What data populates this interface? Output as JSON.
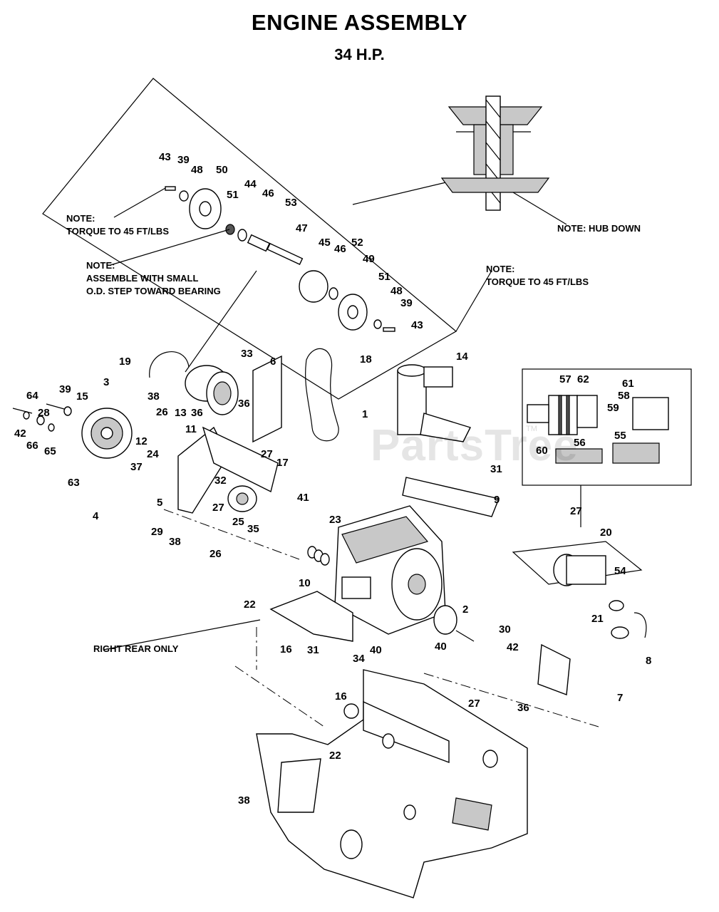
{
  "header": {
    "title": "ENGINE ASSEMBLY",
    "subtitle": "34 H.P."
  },
  "notes": {
    "torque_left": [
      "NOTE:",
      "TORQUE TO 45 FT/LBS"
    ],
    "assemble": [
      "NOTE:",
      "ASSEMBLE WITH SMALL",
      "O.D. STEP TOWARD BEARING"
    ],
    "torque_right": [
      "NOTE:",
      "TORQUE TO 45 FT/LBS"
    ],
    "hub_down": "NOTE: HUB DOWN",
    "right_rear_only": "RIGHT REAR ONLY"
  },
  "watermark": {
    "text": "PartsTree",
    "tm": "TM"
  },
  "callouts": [
    "43",
    "39",
    "48",
    "50",
    "51",
    "44",
    "46",
    "53",
    "47",
    "45",
    "46",
    "52",
    "49",
    "51",
    "48",
    "39",
    "43",
    "19",
    "33",
    "6",
    "18",
    "14",
    "3",
    "64",
    "39",
    "15",
    "28",
    "42",
    "66",
    "65",
    "38",
    "26",
    "13",
    "36",
    "12",
    "11",
    "36",
    "24",
    "37",
    "27",
    "17",
    "32",
    "63",
    "4",
    "5",
    "27",
    "25",
    "35",
    "29",
    "38",
    "26",
    "41",
    "23",
    "1",
    "31",
    "9",
    "57",
    "62",
    "61",
    "58",
    "59",
    "60",
    "56",
    "55",
    "27",
    "20",
    "54",
    "21",
    "8",
    "10",
    "22",
    "16",
    "31",
    "34",
    "40",
    "2",
    "40",
    "30",
    "42",
    "36",
    "7",
    "16",
    "27",
    "22",
    "38"
  ]
}
